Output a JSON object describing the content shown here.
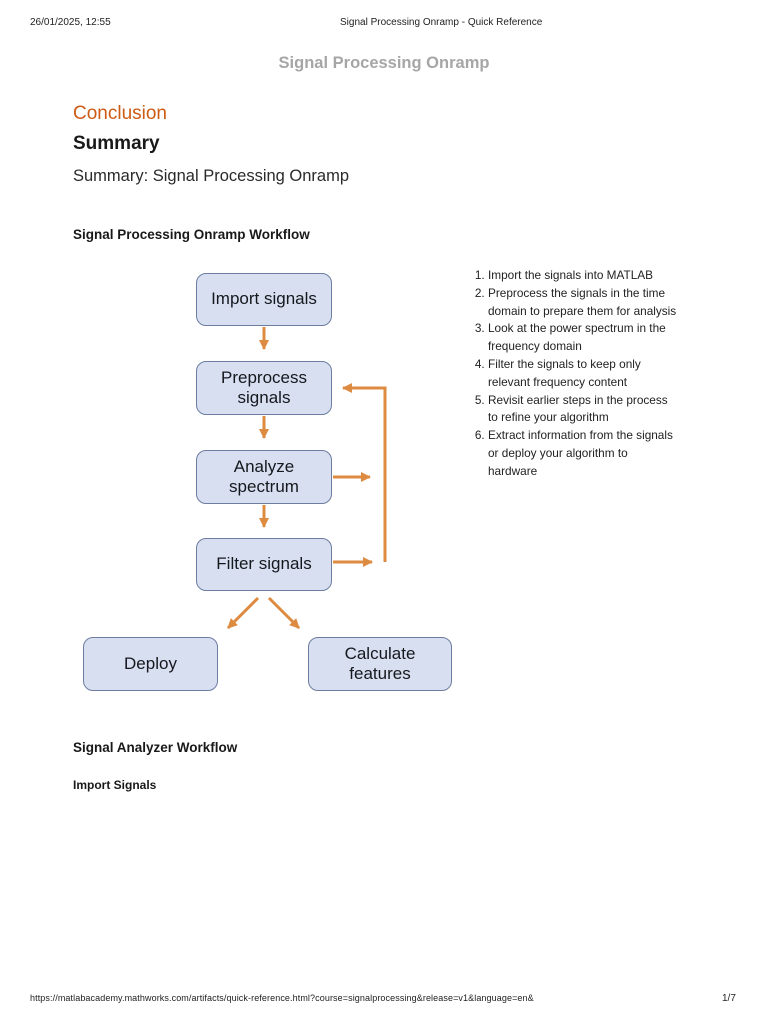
{
  "print_header": {
    "datetime": "26/01/2025, 12:55",
    "doc_title": "Signal Processing Onramp - Quick Reference"
  },
  "page": {
    "title": "Signal Processing Onramp",
    "section_heading": "Conclusion",
    "subsection_heading": "Summary",
    "summary_line": "Summary: Signal Processing Onramp",
    "workflow_heading": "Signal Processing Onramp Workflow",
    "analyzer_heading": "Signal Analyzer Workflow",
    "import_signals_heading": "Import Signals"
  },
  "flowchart": {
    "box_fill": "#d8dff1",
    "box_border": "#6c7da0",
    "arrow_color": "#dc8b41",
    "nodes": [
      {
        "id": "import",
        "label": "Import signals"
      },
      {
        "id": "preprocess",
        "label": "Preprocess\nsignals"
      },
      {
        "id": "analyze",
        "label": "Analyze\nspectrum"
      },
      {
        "id": "filter",
        "label": "Filter signals"
      },
      {
        "id": "deploy",
        "label": "Deploy"
      },
      {
        "id": "calculate",
        "label": "Calculate\nfeatures"
      }
    ]
  },
  "workflow_steps": {
    "items": [
      "Import the signals into MATLAB",
      "Preprocess the signals in the time\ndomain to prepare them for analysis",
      "Look at the power spectrum in the\nfrequency domain",
      "Filter the signals to keep only\nrelevant frequency content",
      "Revisit earlier steps in the process\nto refine your algorithm",
      "Extract information from the signals\nor deploy your algorithm to\nhardware"
    ]
  },
  "print_footer": {
    "url": "https://matlabacademy.mathworks.com/artifacts/quick-reference.html?course=signalprocessing&release=v1&language=en&",
    "page_number": "1/7"
  }
}
